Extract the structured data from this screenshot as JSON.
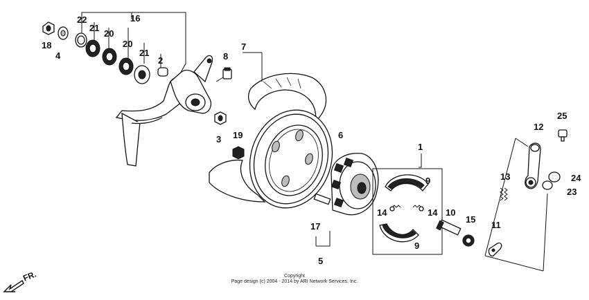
{
  "diagram": {
    "callouts": {
      "c1": "1",
      "c2": "2",
      "c3": "3",
      "c4": "4",
      "c5": "5",
      "c6": "6",
      "c7": "7",
      "c8": "8",
      "c9a": "9",
      "c9b": "9",
      "c10": "10",
      "c11": "11",
      "c12": "12",
      "c13": "13",
      "c14a": "14",
      "c14b": "14",
      "c15": "15",
      "c16": "16",
      "c17": "17",
      "c18": "18",
      "c19": "19",
      "c20a": "20",
      "c20b": "20",
      "c21a": "21",
      "c21b": "21",
      "c22": "22",
      "c23": "23",
      "c24": "24",
      "c25": "25"
    },
    "direction_label": "FR.",
    "copyright_line1": "Copyright",
    "copyright_line2": "Page design (c) 2004 - 2014 by ARI Network Services, Inc."
  }
}
